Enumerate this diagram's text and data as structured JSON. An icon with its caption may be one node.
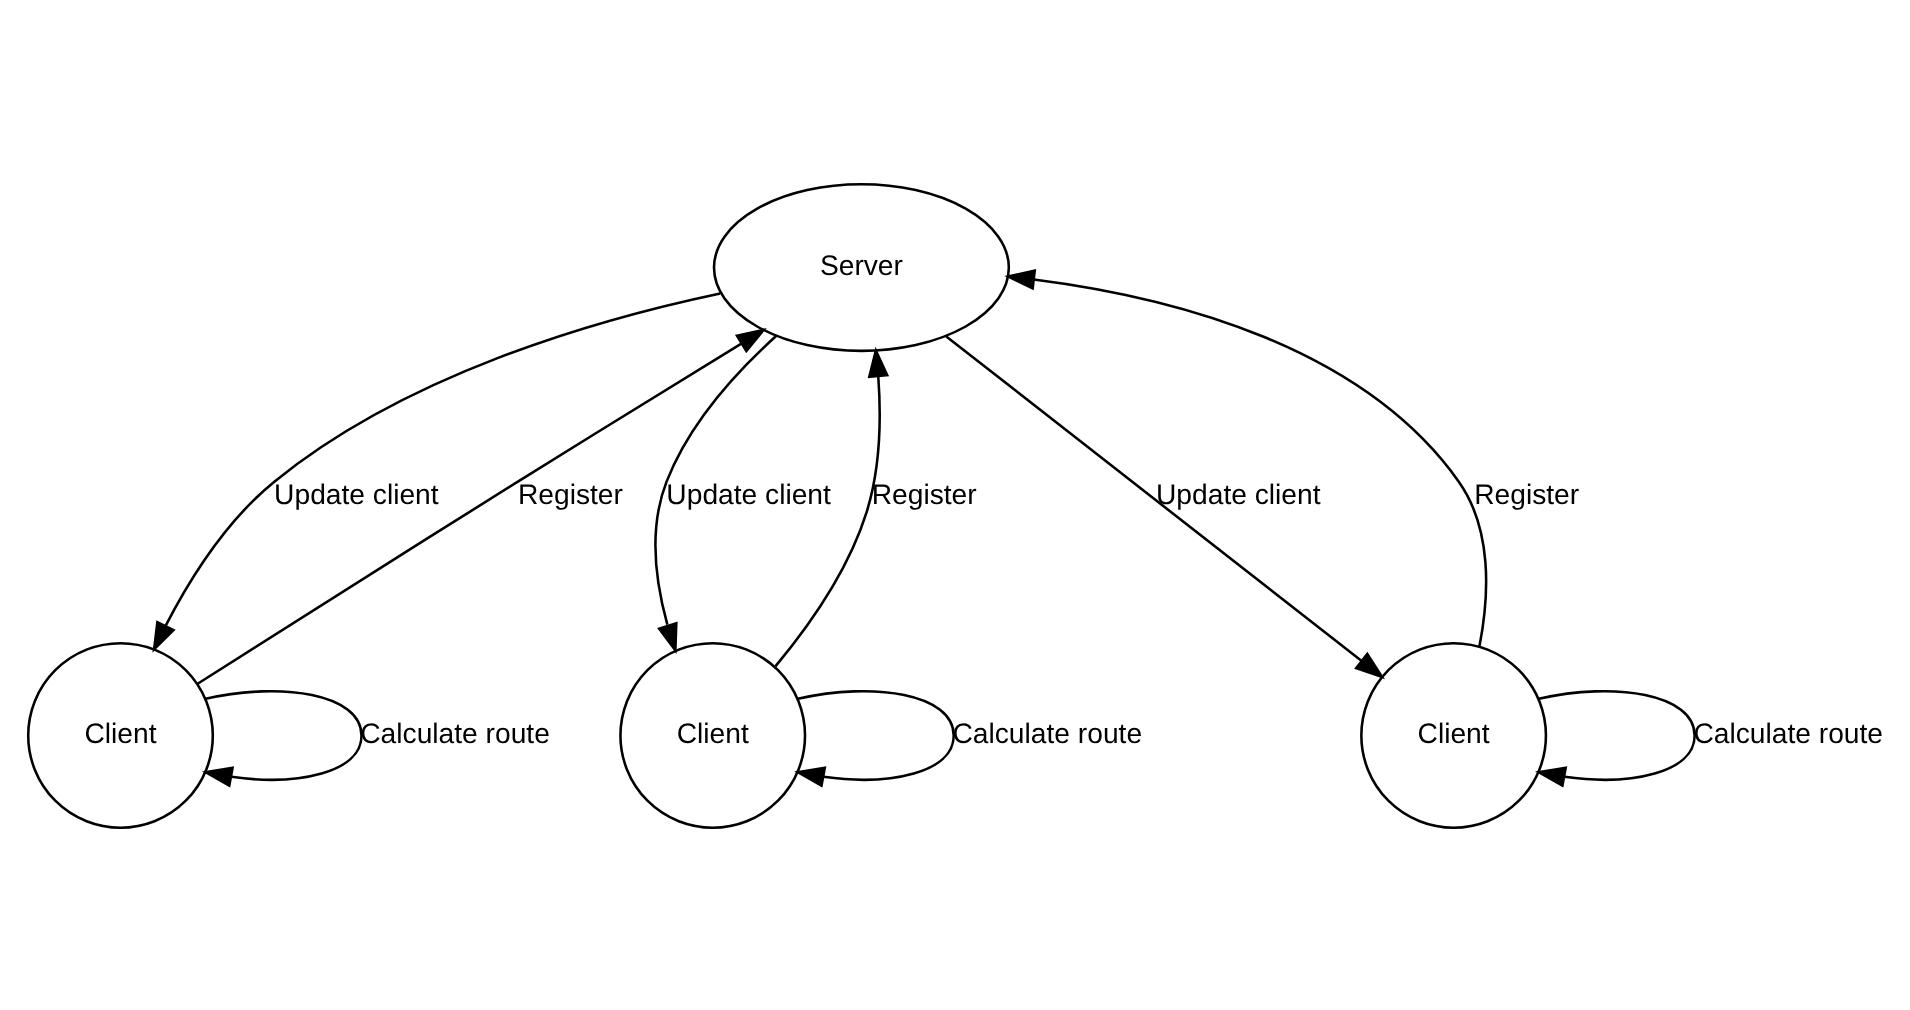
{
  "diagram": {
    "nodes": [
      {
        "text": [
          "Server"
        ]
      },
      {
        "text": [
          "Client"
        ]
      },
      {
        "text": [
          "Client"
        ]
      },
      {
        "text": [
          "Client"
        ]
      }
    ],
    "edges": [
      {
        "from": 1,
        "to": 0,
        "arrow": "to",
        "label": "Register"
      },
      {
        "from": 0,
        "to": 1,
        "arrow": "to",
        "label": "Update client"
      },
      {
        "from": 2,
        "to": 0,
        "arrow": "to",
        "label": "Register"
      },
      {
        "from": 0,
        "to": 2,
        "arrow": "to",
        "label": "Update client"
      },
      {
        "from": 3,
        "to": 0,
        "arrow": "to",
        "label": "Register"
      },
      {
        "from": 0,
        "to": 3,
        "arrow": "to",
        "label": "Update client"
      },
      {
        "from": 1,
        "to": 1,
        "arrow": "to",
        "label": "Calculate route"
      },
      {
        "from": 2,
        "to": 2,
        "arrow": "to",
        "label": "Calculate route"
      },
      {
        "from": 3,
        "to": 3,
        "arrow": "to",
        "label": "Calculate route"
      }
    ]
  }
}
